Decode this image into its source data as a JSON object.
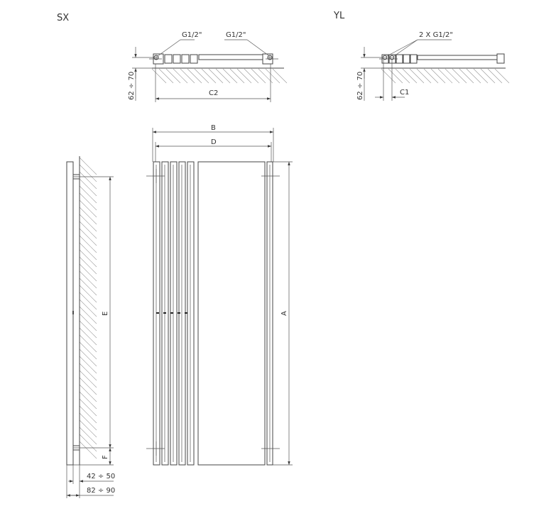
{
  "views": {
    "sx_label": "SX",
    "yl_label": "YL"
  },
  "sx_top": {
    "conn_left": "G1/2\"",
    "conn_right": "G1/2\"",
    "depth_dim": "62 ÷ 70",
    "width_dim": "C2"
  },
  "yl_top": {
    "conn": "2 X G1/2\"",
    "depth_dim": "62 ÷ 70",
    "offset_dim": "C1"
  },
  "front": {
    "dim_b": "B",
    "dim_d": "D",
    "dim_a": "A"
  },
  "side": {
    "dim_e": "E",
    "dim_f": "F",
    "dim_wall": "42 ÷ 50",
    "dim_total": "82 ÷ 90"
  }
}
